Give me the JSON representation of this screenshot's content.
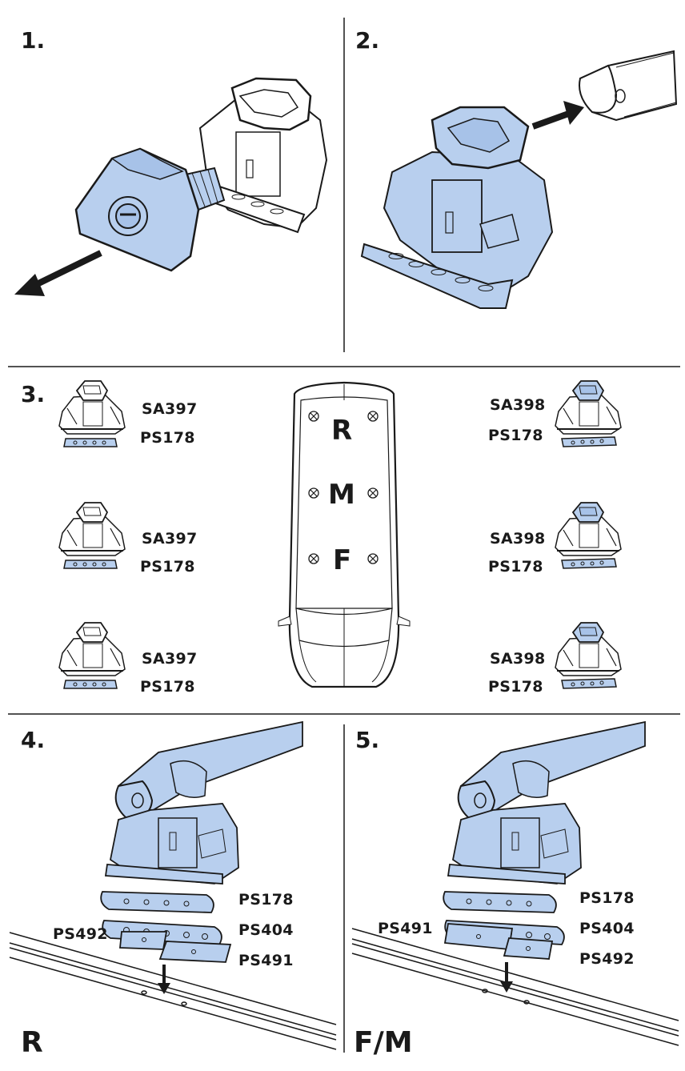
{
  "colors": {
    "part_fill": "#b8cfee",
    "outline": "#1a1a1a",
    "background": "#ffffff"
  },
  "steps": [
    {
      "number": "1."
    },
    {
      "number": "2."
    },
    {
      "number": "3."
    },
    {
      "number": "4."
    },
    {
      "number": "5."
    }
  ],
  "step3": {
    "left_column": [
      {
        "foot": "SA397",
        "pad": "PS178"
      },
      {
        "foot": "SA397",
        "pad": "PS178"
      },
      {
        "foot": "SA397",
        "pad": "PS178"
      }
    ],
    "right_column": [
      {
        "foot": "SA398",
        "pad": "PS178"
      },
      {
        "foot": "SA398",
        "pad": "PS178"
      },
      {
        "foot": "SA398",
        "pad": "PS178"
      }
    ],
    "vehicle_positions": [
      "R",
      "M",
      "F"
    ]
  },
  "step4": {
    "pad_top": "PS178",
    "pad_mid": "PS404",
    "left_small": "PS492",
    "right_small": "PS491",
    "position": "R"
  },
  "step5": {
    "pad_top": "PS178",
    "pad_mid": "PS404",
    "left_small": "PS491",
    "right_small": "PS492",
    "position": "F/M"
  }
}
